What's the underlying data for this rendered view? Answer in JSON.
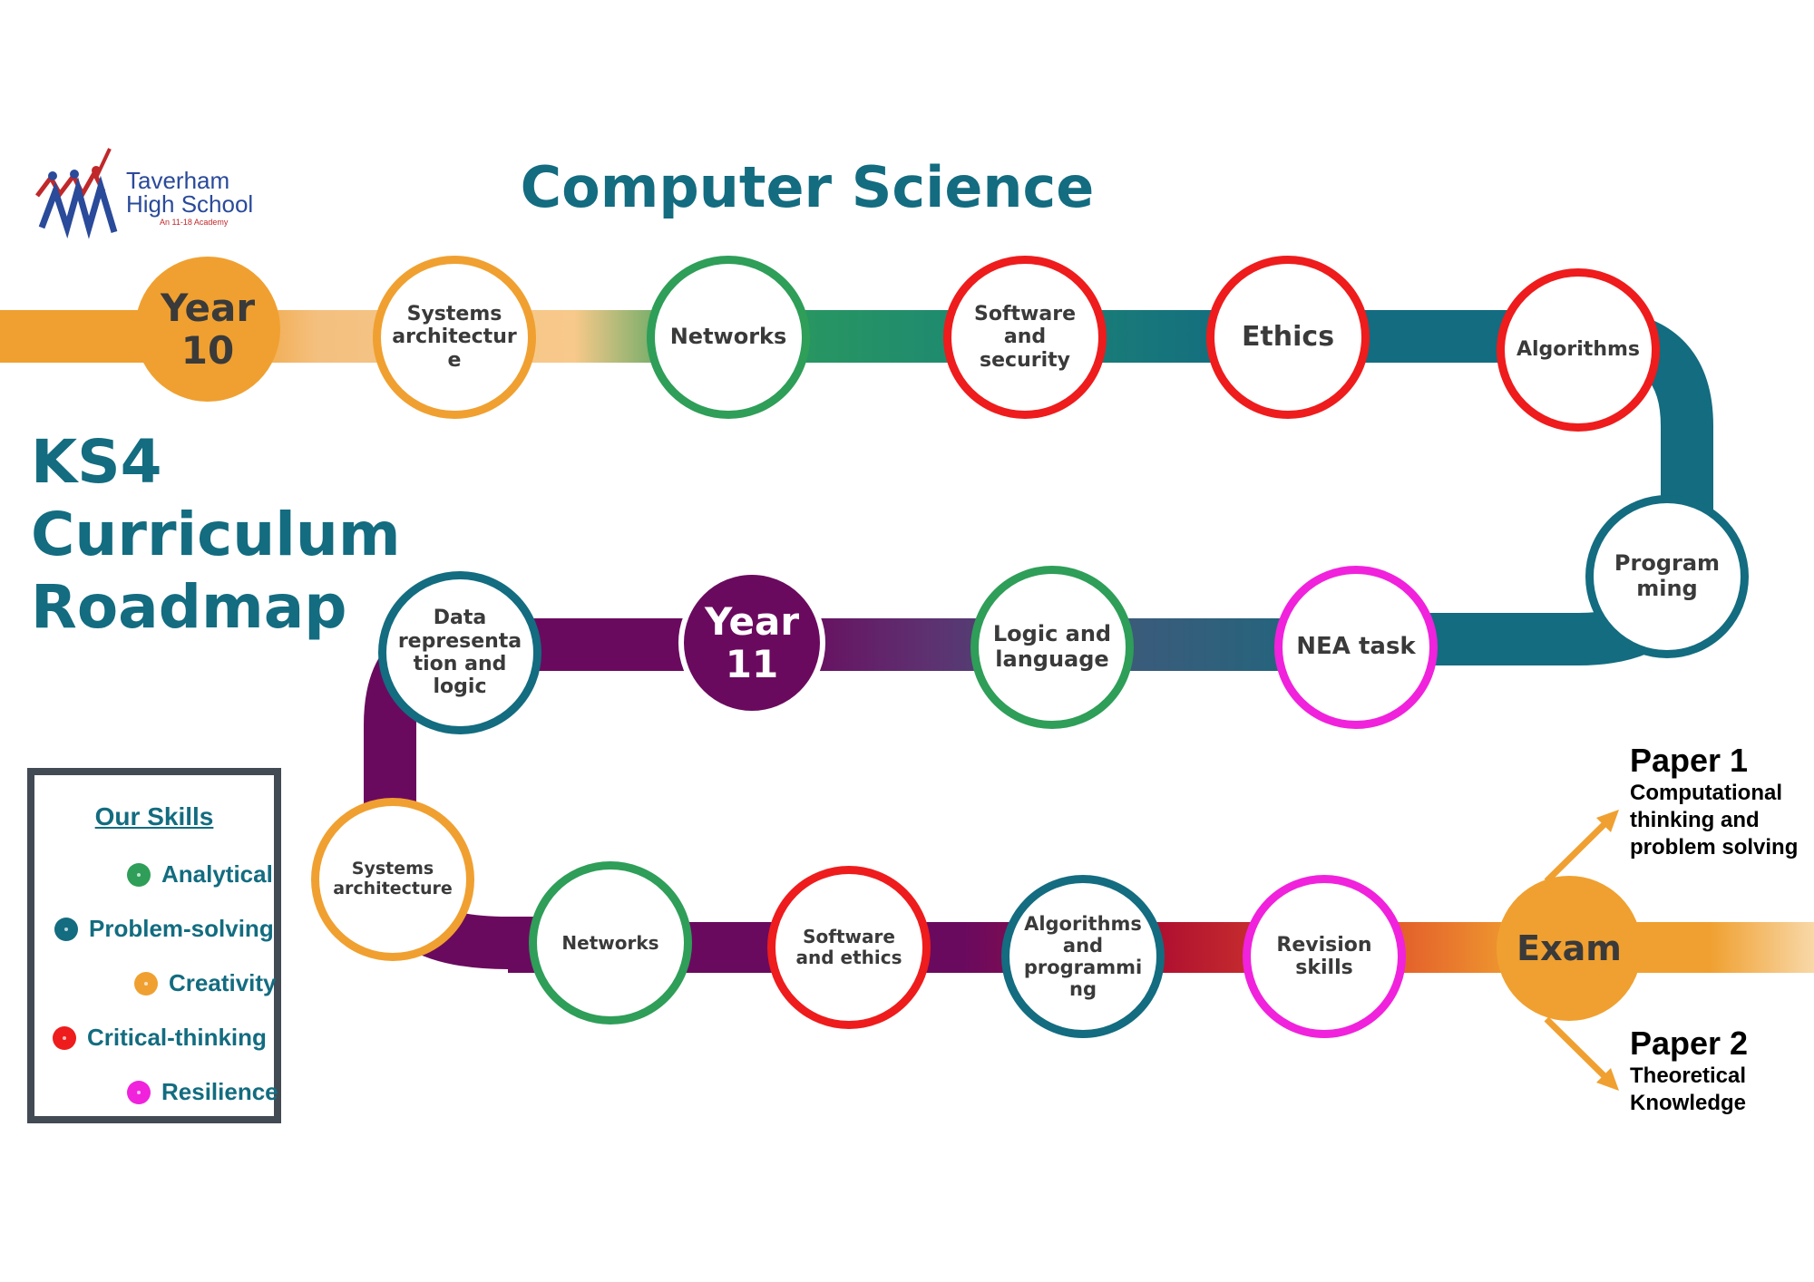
{
  "logo": {
    "line1": "Taverham",
    "line2": "High School",
    "tagline": "An 11-18 Academy"
  },
  "title": "Computer Science",
  "heading": {
    "line1": "KS4",
    "line2": "Curriculum",
    "line3": "Roadmap"
  },
  "year10": {
    "label": "Year\n10",
    "color": "#f0a030"
  },
  "year11": {
    "label": "Year\n11",
    "color": "#6a0a5e"
  },
  "exam": {
    "label": "Exam",
    "color": "#f0a030"
  },
  "topics_year10": [
    {
      "label": "Systems\narchitectur\ne",
      "skill": "creativity"
    },
    {
      "label": "Networks",
      "skill": "analytical"
    },
    {
      "label": "Software\nand\nsecurity",
      "skill": "critical-thinking"
    },
    {
      "label": "Ethics",
      "skill": "critical-thinking"
    },
    {
      "label": "Algorithms",
      "skill": "critical-thinking"
    },
    {
      "label": "Program\nming",
      "skill": "problem-solving"
    },
    {
      "label": "NEA task",
      "skill": "resilience"
    },
    {
      "label": "Logic and\nlanguage",
      "skill": "analytical"
    }
  ],
  "topics_year11": [
    {
      "label": "Data\nrepresenta\ntion and\nlogic",
      "skill": "problem-solving"
    },
    {
      "label": "Systems\narchitecture",
      "skill": "creativity"
    },
    {
      "label": "Networks",
      "skill": "analytical"
    },
    {
      "label": "Software\nand ethics",
      "skill": "critical-thinking"
    },
    {
      "label": "Algorithms\nand\nprogrammi\nng",
      "skill": "problem-solving"
    },
    {
      "label": "Revision\nskills",
      "skill": "resilience"
    }
  ],
  "skills_key": {
    "title": "Our Skills",
    "items": [
      {
        "label": "Analytical",
        "color": "#2e9e58"
      },
      {
        "label": "Problem-solving",
        "color": "#136c80"
      },
      {
        "label": "Creativity",
        "color": "#f0a030"
      },
      {
        "label": "Critical-thinking",
        "color": "#ee1c1c"
      },
      {
        "label": "Resilience",
        "color": "#f022dc"
      }
    ]
  },
  "papers": [
    {
      "title": "Paper 1",
      "desc": "Computational\nthinking and\nproblem solving"
    },
    {
      "title": "Paper 2",
      "desc": "Theoretical\nKnowledge"
    }
  ],
  "colors": {
    "analytical": "#2e9e58",
    "problem-solving": "#136c80",
    "creativity": "#f0a030",
    "critical-thinking": "#ee1c1c",
    "resilience": "#f022dc",
    "year10_path": "#f0a030",
    "year11_path": "#6a0a5e",
    "teal_path": "#136c80"
  }
}
